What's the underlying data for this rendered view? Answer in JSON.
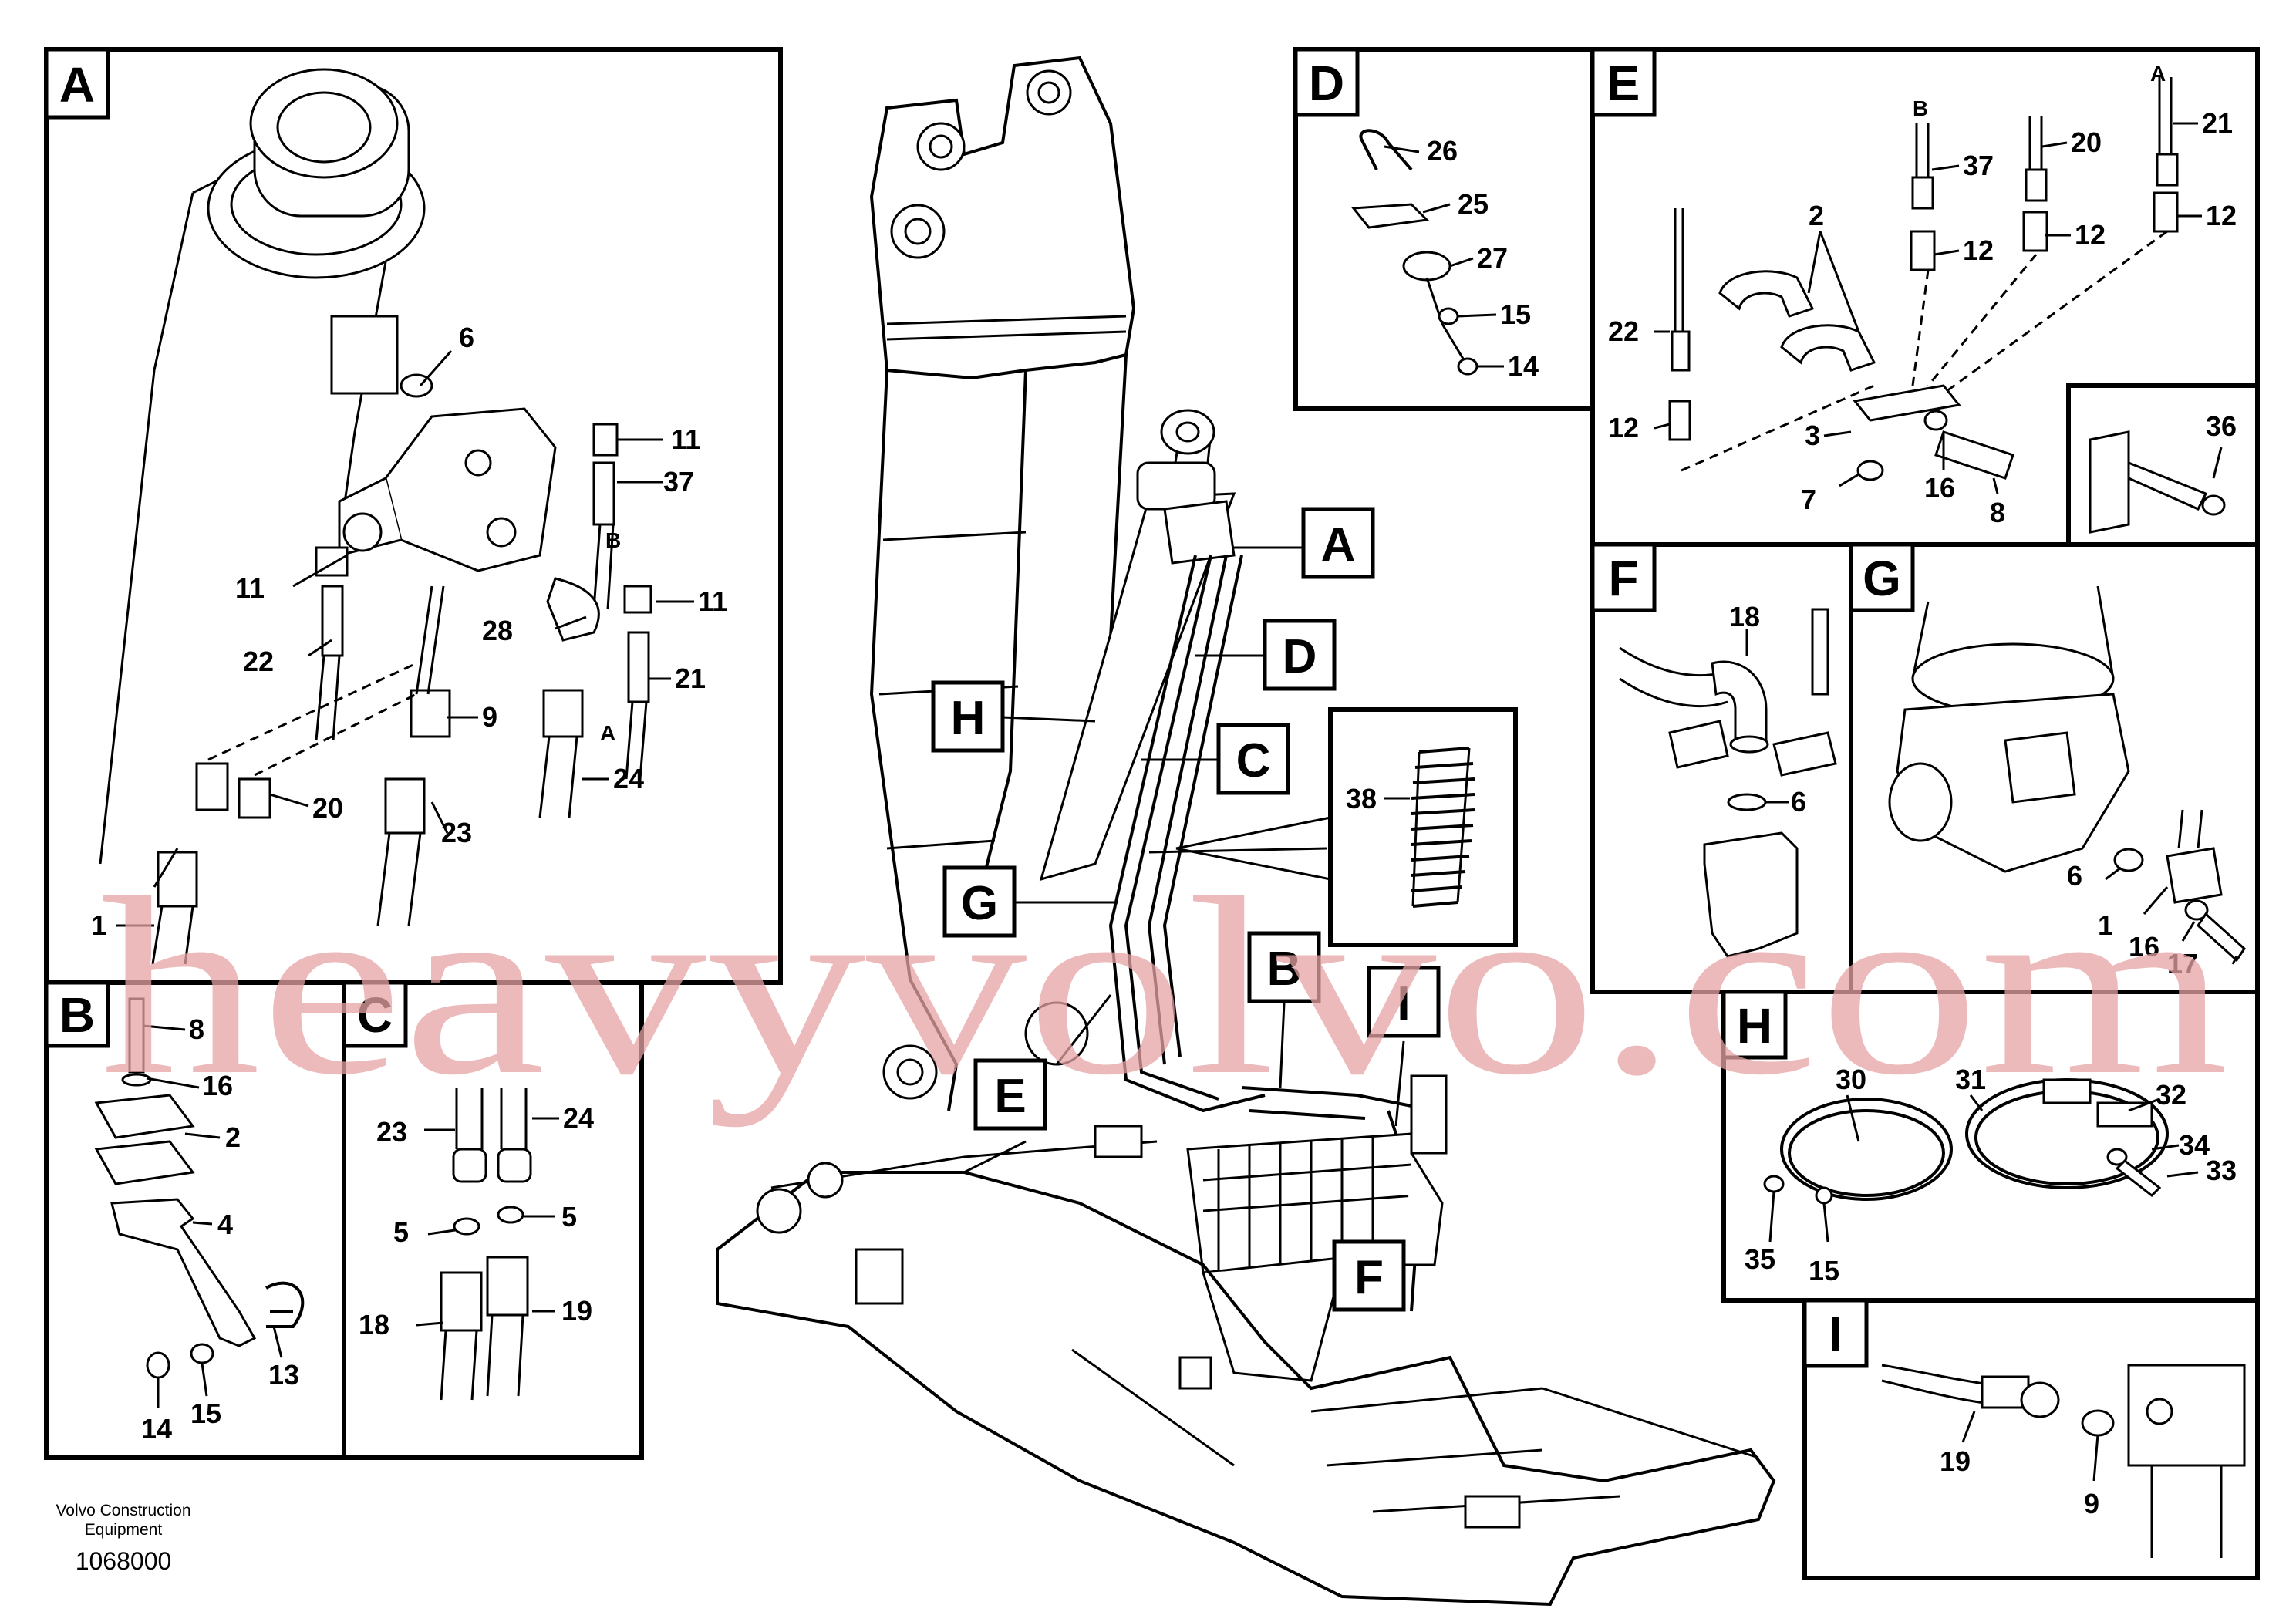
{
  "panels": {
    "A": {
      "tag": "A",
      "labels": {
        "6": "6",
        "11a": "11",
        "37": "37",
        "B": "B",
        "11b": "11",
        "11c": "11",
        "22": "22",
        "28": "28",
        "21": "21",
        "A": "A",
        "9": "9",
        "24": "24",
        "20": "20",
        "23": "23",
        "1": "1"
      }
    },
    "B": {
      "tag": "B",
      "labels": {
        "8": "8",
        "16": "16",
        "2": "2",
        "4": "4",
        "13": "13",
        "14": "14",
        "15": "15"
      }
    },
    "C": {
      "tag": "C",
      "labels": {
        "23": "23",
        "24": "24",
        "5a": "5",
        "5b": "5",
        "18": "18",
        "19": "19"
      }
    },
    "D": {
      "tag": "D",
      "labels": {
        "26": "26",
        "25": "25",
        "27": "27",
        "15": "15",
        "14": "14"
      }
    },
    "E": {
      "tag": "E",
      "labels": {
        "A": "A",
        "B": "B",
        "21": "21",
        "20": "20",
        "37": "37",
        "2": "2",
        "12a": "12",
        "12b": "12",
        "12c": "12",
        "12d": "12",
        "22": "22",
        "3": "3",
        "7": "7",
        "16": "16",
        "8": "8"
      }
    },
    "E2": {
      "labels": {
        "36": "36"
      }
    },
    "F": {
      "tag": "F",
      "labels": {
        "18": "18",
        "6": "6"
      }
    },
    "G": {
      "tag": "G",
      "labels": {
        "6": "6",
        "1": "1",
        "16": "16",
        "17": "17"
      }
    },
    "H": {
      "tag": "H",
      "labels": {
        "30": "30",
        "31": "31",
        "32": "32",
        "34": "34",
        "33": "33",
        "35": "35",
        "15": "15"
      }
    },
    "I": {
      "tag": "I",
      "labels": {
        "19": "19",
        "9": "9"
      }
    },
    "hose": {
      "labels": {
        "38": "38"
      }
    }
  },
  "main": {
    "callouts": {
      "A": "A",
      "D": "D",
      "H": "H",
      "C": "C",
      "G": "G",
      "B": "B",
      "I": "I",
      "E": "E",
      "F": "F"
    }
  },
  "footer": {
    "company_line1": "Volvo Construction",
    "company_line2": "Equipment",
    "drawing_number": "1068000"
  },
  "watermark": "heavyvolvo.com"
}
